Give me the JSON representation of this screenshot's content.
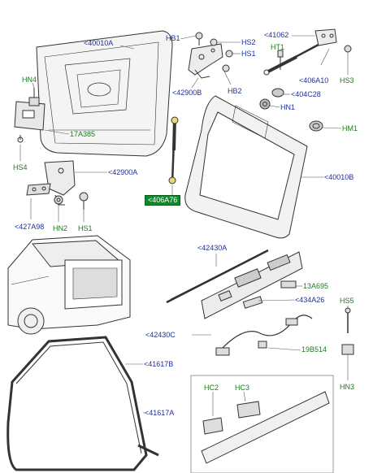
{
  "colors": {
    "green": "#1f7a1f",
    "blue": "#1f2f9c",
    "highlight": "#0f8a2a"
  },
  "callouts": {
    "hb1": "HB1",
    "hs2": "HS2",
    "hs1_top": "HS1",
    "hb2": "HB2",
    "p42900b": "<42900B",
    "p41062": "<41062",
    "ht1": "HT1",
    "hs3": "HS3",
    "p406a10": "<406A10",
    "p404c28": "<404C28",
    "hn1": "HN1",
    "hm1": "HM1",
    "p40010a": "<40010A",
    "hn4": "HN4",
    "p17a385": "17A385",
    "hs4": "HS4",
    "p42900a": "<42900A",
    "p427a98": "<427A98",
    "hn2": "HN2",
    "hs1_bot": "HS1",
    "p406a76": "<406A76",
    "p40010b": "<40010B",
    "p42430a": "<42430A",
    "p13a695": "13A695",
    "p434a26": "<434A26",
    "p42430c": "<42430C",
    "p19b514": "19B514",
    "hs5": "HS5",
    "hn3": "HN3",
    "p41617b": "<41617B",
    "p41617a": "<41617A",
    "hc2": "HC2",
    "hc3": "HC3"
  }
}
